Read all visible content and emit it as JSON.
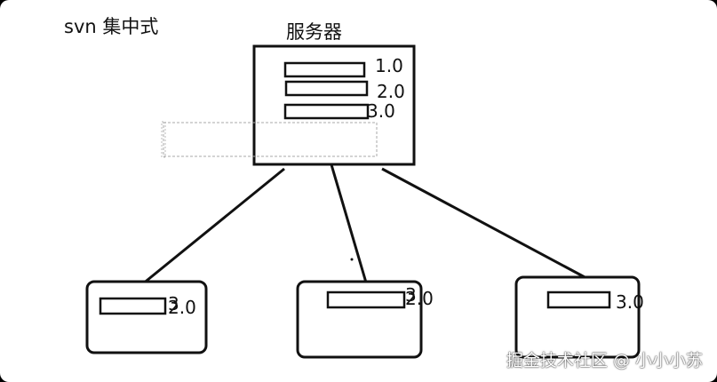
{
  "diagram": {
    "title": "svn  集中式",
    "server": {
      "label": "服务器",
      "versions": [
        "1.0",
        "2.0",
        "3.0"
      ]
    },
    "clients": [
      {
        "version": "2.0",
        "ghost": "3"
      },
      {
        "version": "2.0",
        "ghost": "3"
      },
      {
        "version": "3.0"
      }
    ],
    "watermark": "掘金技术社区 @ 小小小苏"
  },
  "colors": {
    "stroke": "#111111",
    "background": "#ffffff",
    "selection": "#aaaaaa"
  }
}
